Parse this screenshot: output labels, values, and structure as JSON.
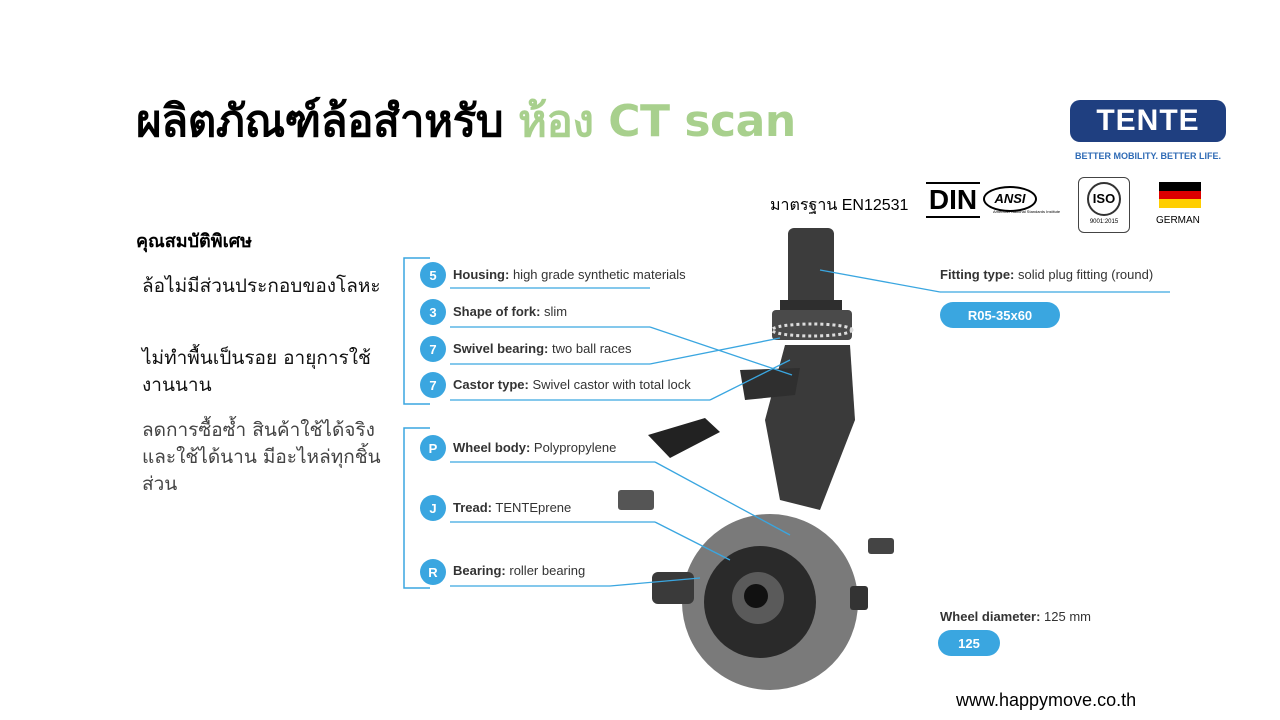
{
  "title": {
    "main": "ผลิตภัณฑ์ล้อสำหรับ",
    "accent": "ห้อง CT scan"
  },
  "brand": {
    "name": "TENTE",
    "tagline": "BETTER MOBILITY. BETTER LIFE."
  },
  "standards": {
    "label": "มาตรฐาน EN12531",
    "din": "DIN",
    "ansi": "ANSI",
    "ansi_sub": "American National Standards Institute",
    "iso": "ISO",
    "iso_year": "9001:2015",
    "flag_label": "GERMAN"
  },
  "features": {
    "heading": "คุณสมบัติพิเศษ",
    "items": [
      "ล้อไม่มีส่วนประกอบของโลหะ",
      "ไม่ทำพื้นเป็นรอย อายุการใช้งานนาน",
      "ลดการซื้อซ้ำ สินค้าใช้ได้จริงและใช้ได้นาน มีอะไหล่ทุกชิ้นส่วน"
    ]
  },
  "callouts": [
    {
      "badge": "5",
      "key": "Housing:",
      "value": "high grade synthetic materials"
    },
    {
      "badge": "3",
      "key": "Shape of fork:",
      "value": "slim"
    },
    {
      "badge": "7",
      "key": "Swivel bearing:",
      "value": "two ball races"
    },
    {
      "badge": "7",
      "key": "Castor type:",
      "value": "Swivel castor with total lock"
    },
    {
      "badge": "P",
      "key": "Wheel body:",
      "value": "Polypropylene"
    },
    {
      "badge": "J",
      "key": "Tread:",
      "value": "TENTEprene"
    },
    {
      "badge": "R",
      "key": "Bearing:",
      "value": "roller bearing"
    }
  ],
  "fitting": {
    "key": "Fitting type:",
    "value": "solid plug fitting (round)",
    "badge": "R05-35x60"
  },
  "wheel": {
    "key": "Wheel diameter:",
    "value": "125 mm",
    "badge": "125"
  },
  "website": "www.happymove.co.th",
  "colors": {
    "accent": "#a8d08d",
    "callout_blue": "#3aa6e0",
    "brand_navy": "#1f3f80"
  }
}
